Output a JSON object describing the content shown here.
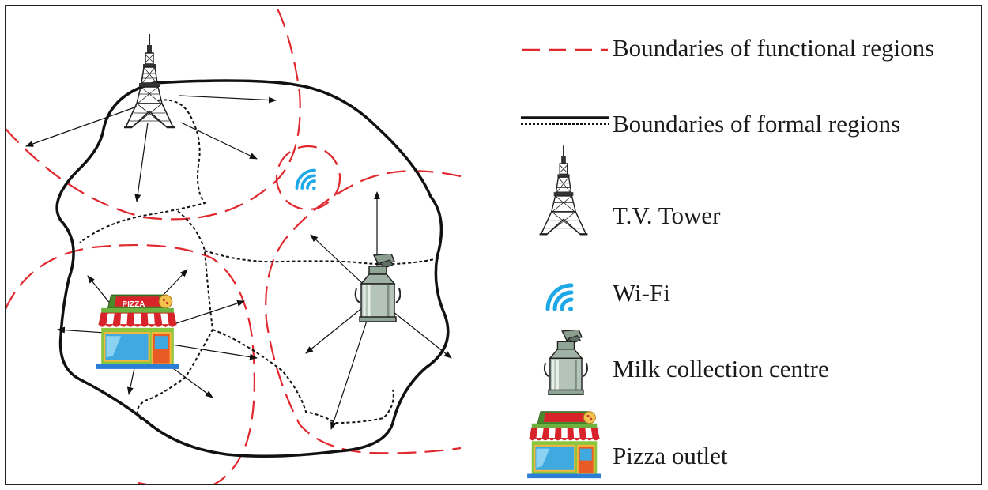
{
  "legend": {
    "functional_boundary_label": "Boundaries of functional regions",
    "formal_boundary_label": "Boundaries of formal regions",
    "tv_tower_label": "T.V. Tower",
    "wifi_label": "Wi-Fi",
    "milk_centre_label": "Milk collection centre",
    "pizza_outlet_label": "Pizza outlet"
  },
  "map": {
    "pizza_sign": "PIZZA"
  },
  "colors": {
    "functional_boundary": "#e0282e",
    "formal_boundary": "#111111",
    "wifi": "#1fa8e8"
  },
  "icons": [
    "tv-tower-icon",
    "wifi-icon",
    "milk-can-icon",
    "pizza-shop-icon"
  ]
}
